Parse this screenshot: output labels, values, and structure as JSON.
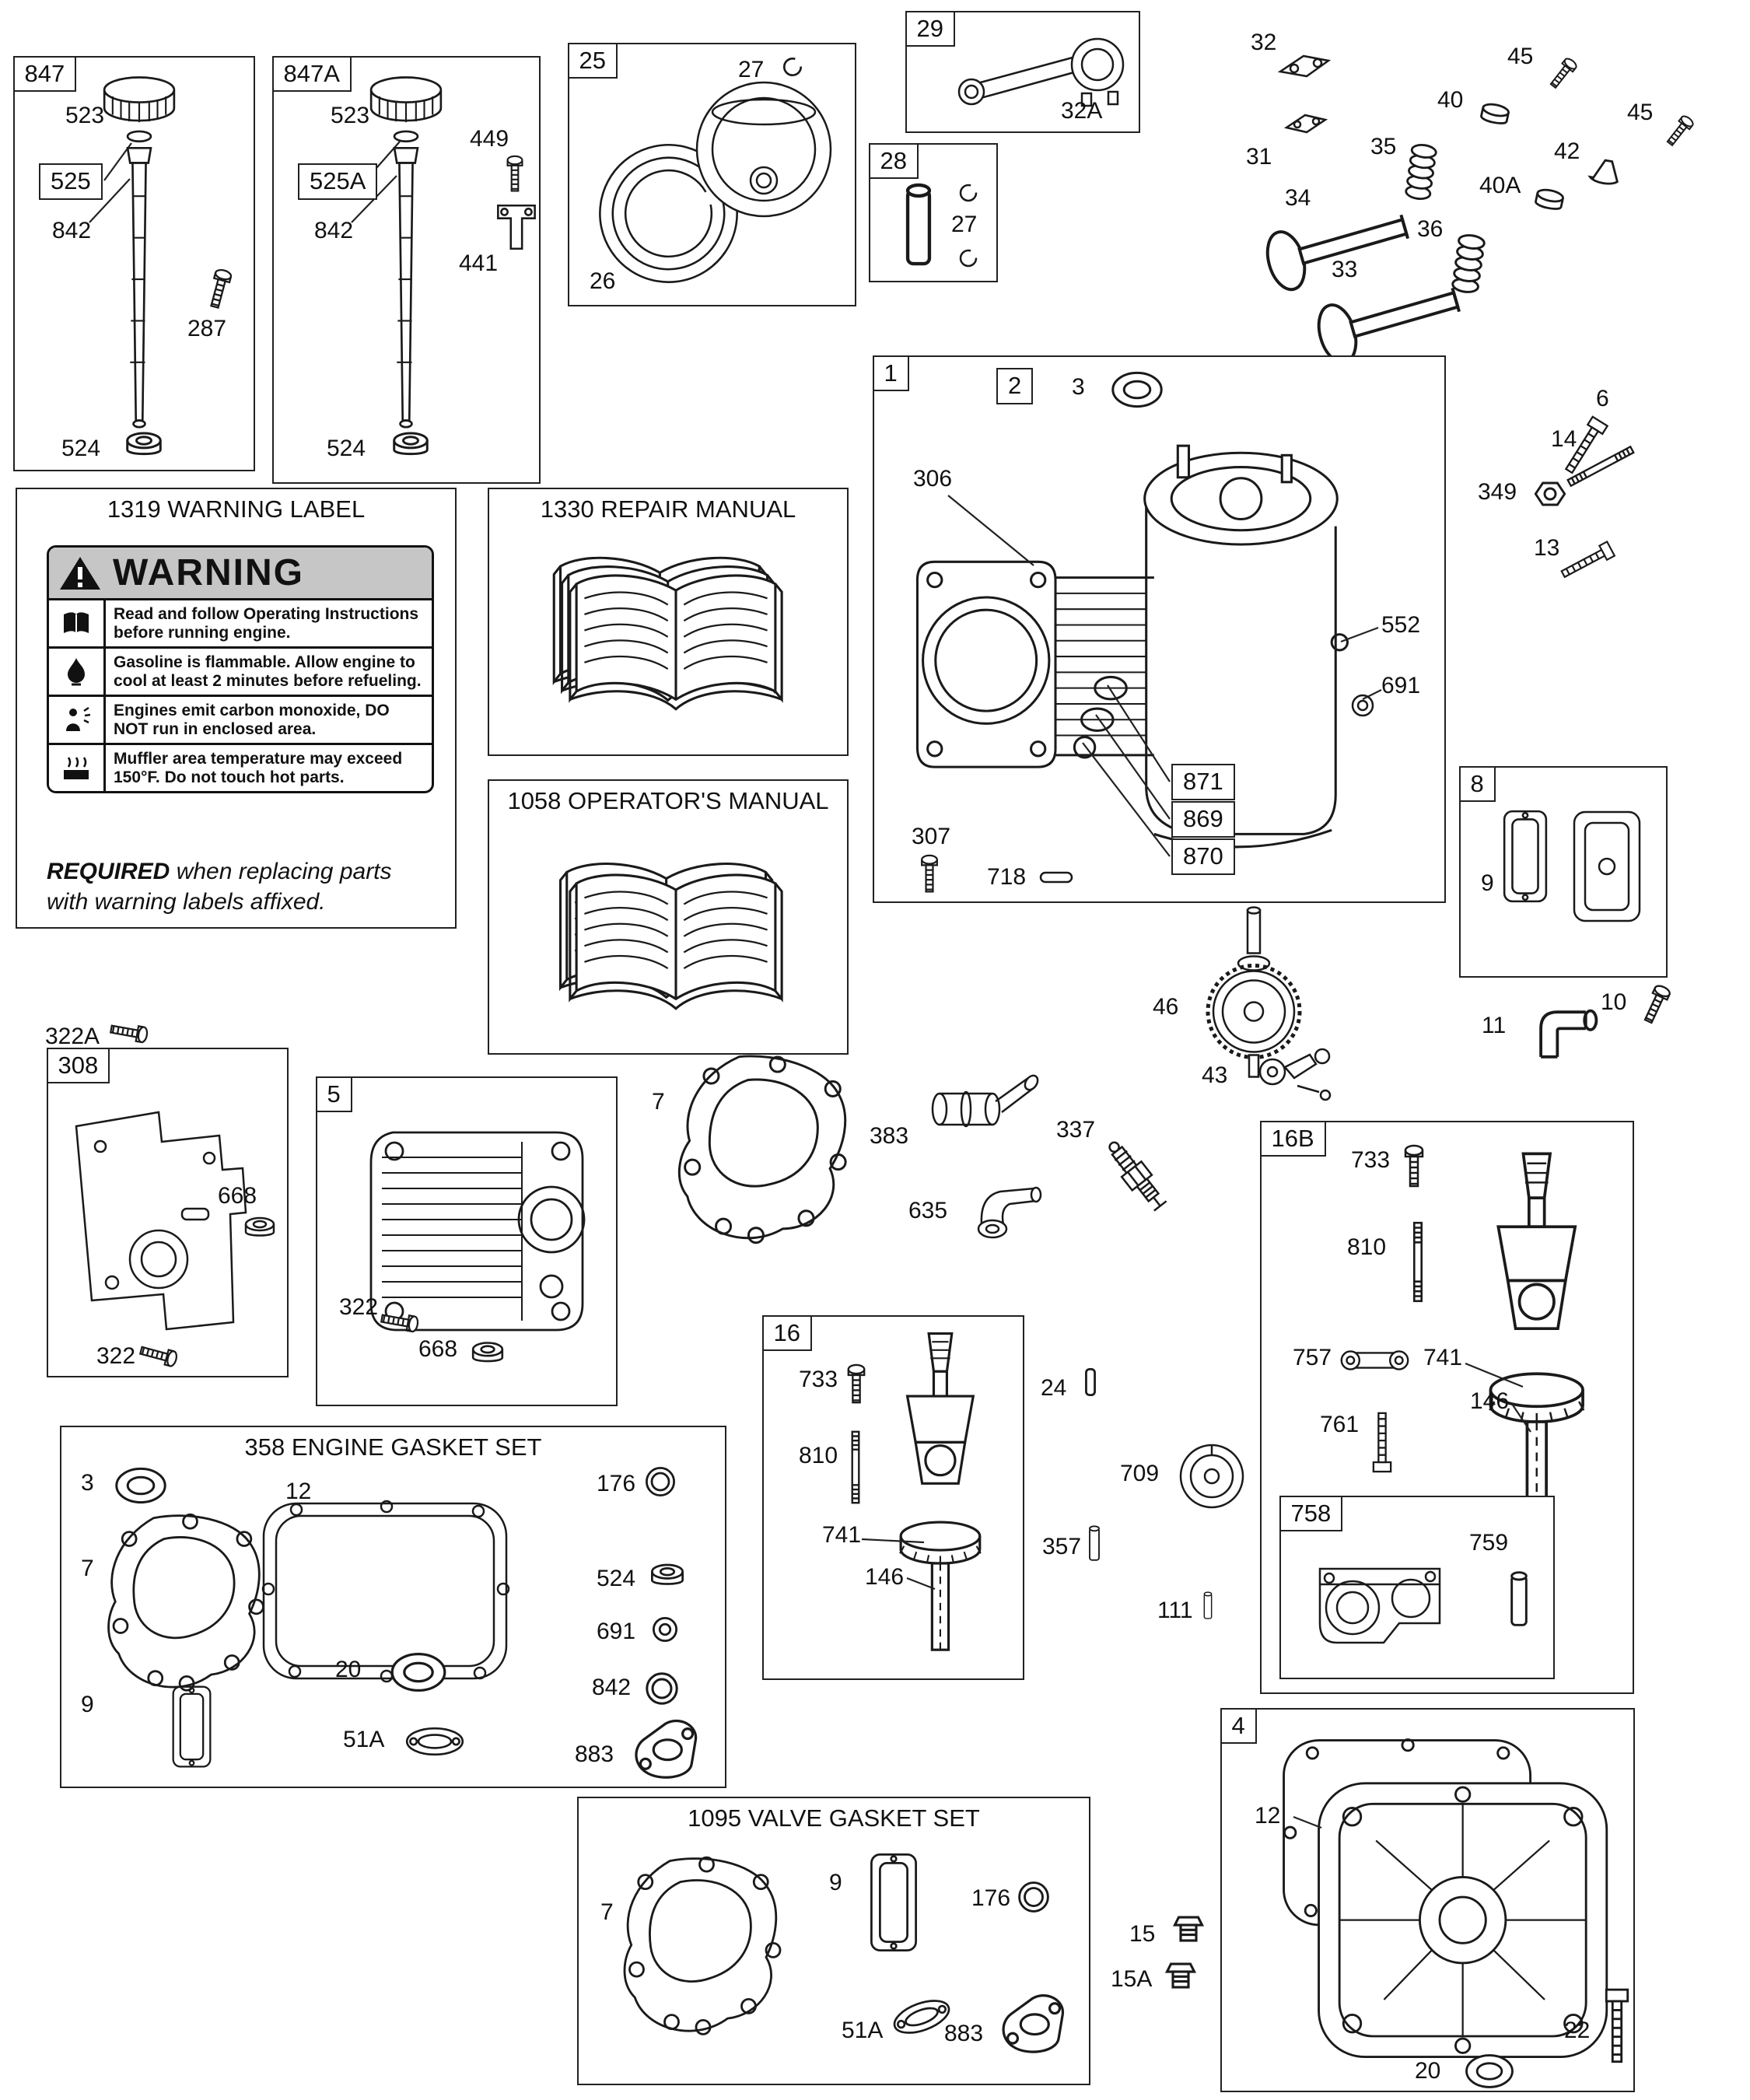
{
  "boxes": {
    "b847": {
      "tag": "847",
      "l523": "523",
      "sub": "525",
      "l842": "842",
      "l287": "287",
      "l524": "524"
    },
    "b847a": {
      "tag": "847A",
      "l523": "523",
      "sub": "525A",
      "l842": "842",
      "l449": "449",
      "l441": "441",
      "l524": "524"
    },
    "b25": {
      "tag": "25",
      "l27": "27",
      "l26": "26"
    },
    "b29": {
      "tag": "29",
      "l32a": "32A"
    },
    "b28": {
      "tag": "28",
      "l27": "27"
    },
    "b1": {
      "tag": "1",
      "sub": "2",
      "l3": "3",
      "l306": "306",
      "l552": "552",
      "l691": "691",
      "l871": "871",
      "l869": "869",
      "l870": "870",
      "l307": "307",
      "l718": "718"
    },
    "b8": {
      "tag": "8",
      "l9": "9"
    },
    "b308": {
      "tag": "308",
      "l668": "668",
      "l322": "322"
    },
    "b5": {
      "tag": "5",
      "l322": "322",
      "l668": "668"
    },
    "b16": {
      "tag": "16",
      "l733": "733",
      "l810": "810",
      "l741": "741",
      "l146": "146"
    },
    "b16b": {
      "tag": "16B",
      "l733": "733",
      "l810": "810",
      "l757": "757",
      "l741": "741",
      "l761": "761",
      "l146": "146"
    },
    "b758": {
      "tag": "758",
      "l759": "759"
    },
    "b4": {
      "tag": "4",
      "l12": "12",
      "l22": "22",
      "l20": "20"
    }
  },
  "valvetrain": {
    "l32": "32",
    "l31": "31",
    "l45a": "45",
    "l45b": "45",
    "l40": "40",
    "l40a": "40A",
    "l35": "35",
    "l36": "36",
    "l34": "34",
    "l33": "33",
    "l42": "42"
  },
  "fasteners": {
    "l6": "6",
    "l14": "14",
    "l349": "349",
    "l13": "13",
    "l10": "10",
    "l11": "11"
  },
  "cam": {
    "l46": "46",
    "l43": "43"
  },
  "misc": {
    "l322a": "322A",
    "l7": "7",
    "l383": "383",
    "l337": "337",
    "l635": "635",
    "l24": "24",
    "l709": "709",
    "l357": "357",
    "l111": "111",
    "l15": "15",
    "l15a": "15A"
  },
  "warning": {
    "title": "1319 WARNING LABEL",
    "header": "WARNING",
    "rows": [
      "Read and follow Operating Instructions before running engine.",
      "Gasoline is flammable. Allow engine to cool at least 2 minutes before refueling.",
      "Engines emit carbon monoxide, DO NOT run in enclosed area.",
      "Muffler area temperature may exceed 150°F.  Do not touch hot parts."
    ],
    "required_bold": "REQUIRED",
    "required_rest": " when replacing parts with warning labels affixed."
  },
  "manuals": {
    "repair": "1330 REPAIR MANUAL",
    "operator": "1058 OPERATOR'S MANUAL"
  },
  "sets": {
    "gasket": {
      "title": "358 ENGINE GASKET SET",
      "l3": "3",
      "l12": "12",
      "l176": "176",
      "l7": "7",
      "l524": "524",
      "l691": "691",
      "l9": "9",
      "l20": "20",
      "l842": "842",
      "l51a": "51A",
      "l883": "883"
    },
    "valve": {
      "title": "1095 VALVE GASKET SET",
      "l7": "7",
      "l9": "9",
      "l176": "176",
      "l51a": "51A",
      "l883": "883"
    }
  }
}
